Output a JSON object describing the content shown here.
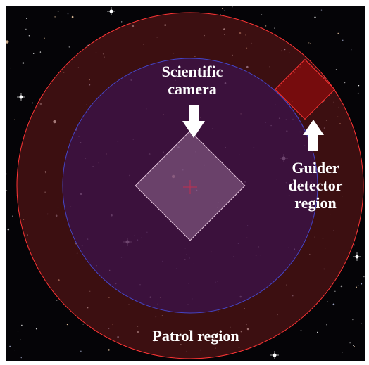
{
  "labels": {
    "scientific_camera": [
      "Scientific",
      "camera"
    ],
    "guider_detector": [
      "Guider",
      "detector",
      "region"
    ],
    "patrol_region": "Patrol region"
  },
  "colors": {
    "background": "#050407",
    "patrol_ring_fill": "#5a1414",
    "patrol_ring_stroke": "#ff3030",
    "inner_field_fill": "#2a1040",
    "inner_field_stroke": "#3b3bb0",
    "camera_square": "#b88fb0",
    "guider_square": "#7a0a0a",
    "label_text": "#ffffff",
    "arrow": "#ffffff"
  },
  "icons": {
    "camera_pointer": "down-arrow-icon",
    "guider_pointer": "up-arrow-icon",
    "field_center": "crosshair-icon"
  }
}
